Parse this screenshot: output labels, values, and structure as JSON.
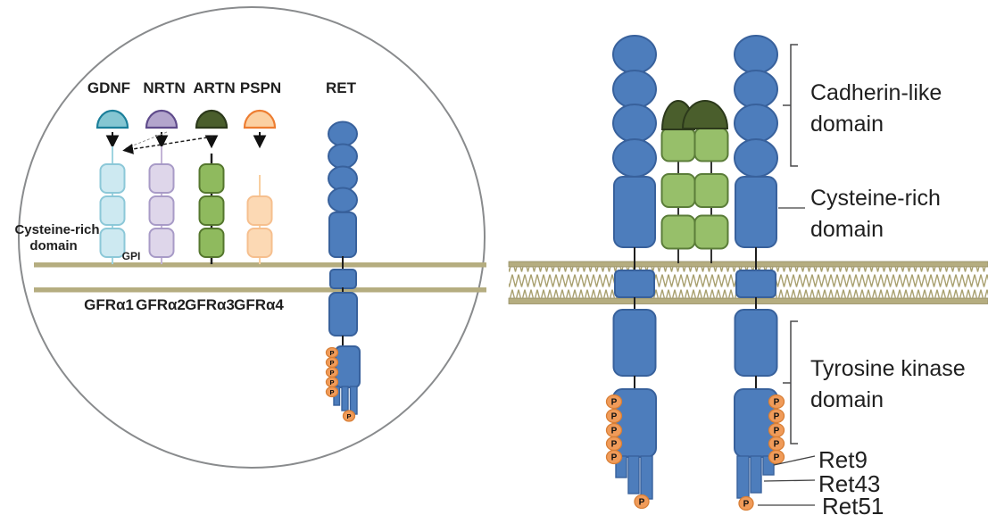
{
  "figure": {
    "phosphate_label": "P",
    "left_panel": {
      "ligands": [
        "GDNF",
        "NRTN",
        "ARTN",
        "PSPN"
      ],
      "ret_label": "RET",
      "coreceptors": [
        "GFRα1",
        "GFRα2",
        "GFRα3",
        "GFRα4"
      ],
      "cysteine_rich_line1": "Cysteine-rich",
      "cysteine_rich_line2": "domain",
      "gpi_label": "GPI"
    },
    "right_panel": {
      "cadherin_line1": "Cadherin-like",
      "cadherin_line2": "domain",
      "cysteine_line1": "Cysteine-rich",
      "cysteine_line2": "domain",
      "kinase_line1": "Tyrosine kinase",
      "kinase_line2": "domain",
      "isoforms": [
        "Ret9",
        "Ret43",
        "Ret51"
      ]
    },
    "colors": {
      "receptor_blue": "#4d7dbc",
      "receptor_blue_border": "#38619c",
      "membrane_tan": "#b5ad80",
      "phosphate_orange": "#f09b59",
      "phosphate_border": "#d87e35",
      "gdnf_teal": "#85c6d2",
      "nrtn_purple": "#b3a5cc",
      "artn_dark_green": "#4a5e2c",
      "pspn_orange_fill": "#fbd0a2",
      "pspn_orange_border": "#ed7d31",
      "gfra1_light_blue": "#cde9f1",
      "gfra2_light_purple": "#ded6ea",
      "gfra3_green": "#8fba5e",
      "gfra4_pale_orange": "#fcd9b4",
      "circle_border_gray": "#898b8d"
    }
  }
}
